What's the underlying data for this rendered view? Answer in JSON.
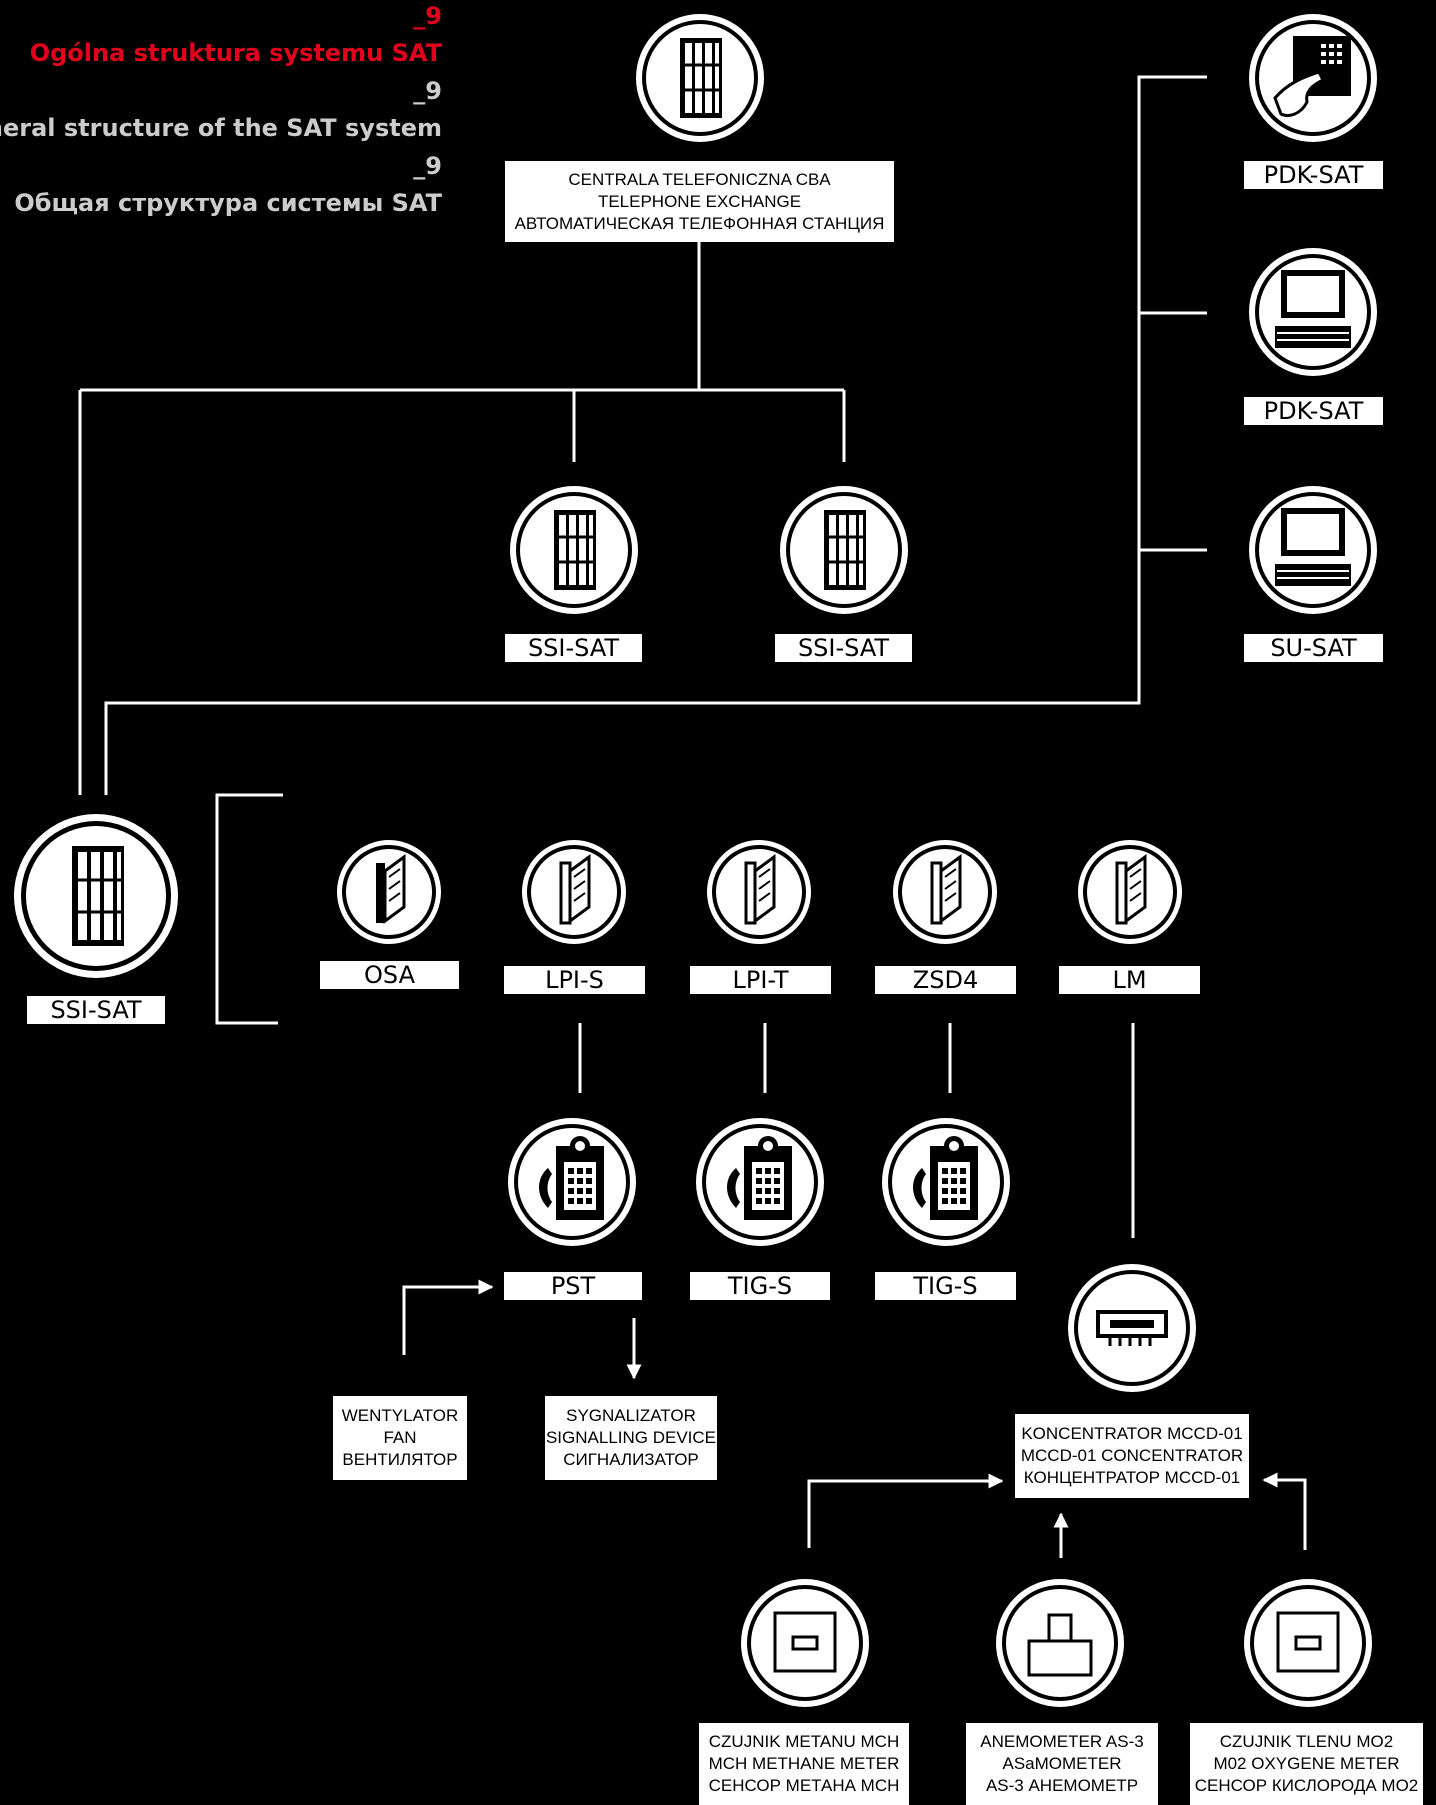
{
  "header": {
    "num1": "_9",
    "title_pl": "Ogólna struktura systemu SAT",
    "num2": "_9",
    "title_en": "General structure of the SAT system",
    "num3": "_9",
    "title_ru": "Общая структура системы SAT"
  },
  "colors": {
    "background": "#000000",
    "lines": "#ffffff",
    "accent_red": "#e3001b",
    "header_gray": "#cccccc"
  },
  "exchange": {
    "icon": "cabinet-icon",
    "line1": "CENTRALA TELEFONICZNA CBA",
    "line2": "TELEPHONE EXCHANGE",
    "line3": "АВТОМАТИЧЕСКАЯ ТЕЛЕФОННАЯ СТАНЦИЯ"
  },
  "ssi": {
    "a": "SSI-SAT",
    "b": "SSI-SAT",
    "main": "SSI-SAT",
    "icon": "cabinet-icon"
  },
  "right_column": {
    "pdk1": "PDK-SAT",
    "pdk1_icon": "touchscreen-icon",
    "pdk2": "PDK-SAT",
    "pdk2_icon": "computer-icon",
    "su": "SU-SAT",
    "su_icon": "computer-icon"
  },
  "modules": {
    "osa": "OSA",
    "lpis": "LPI-S",
    "lpit": "LPI-T",
    "zsd4": "ZSD4",
    "lm": "LM",
    "icon": "module-card-icon"
  },
  "phones": {
    "pst": "PST",
    "tig1": "TIG-S",
    "tig2": "TIG-S",
    "icon": "telephone-icon"
  },
  "fan": {
    "line1": "WENTYLATOR",
    "line2": "FAN",
    "line3": "ВЕНТИЛЯТОР"
  },
  "signal": {
    "line1": "SYGNALIZATOR",
    "line2": "SIGNALLING DEVICE",
    "line3": "СИГНАЛИЗАТОР"
  },
  "concentrator": {
    "icon": "chip-icon",
    "line1": "KONCENTRATOR MCCD-01",
    "line2": "MCCD-01 CONCENTRATOR",
    "line3": "КОНЦЕНТРАТОР MCCD-01"
  },
  "methane": {
    "icon": "sensor-icon",
    "line1": "CZUJNIK METANU MCH",
    "line2": "MCH METHANE METER",
    "line3": "СЕНСОР МЕТАНА MCH"
  },
  "anemometer": {
    "icon": "anemometer-icon",
    "line1": "ANEMOMETER AS-3",
    "line2": "ASaMOMETER",
    "line3": "AS-3 АНЕМОМЕТР"
  },
  "oxygen": {
    "icon": "sensor-icon",
    "line1": "CZUJNIK TLENU MO2",
    "line2": "M02 OXYGENE METER",
    "line3": "СЕНСОР КИСЛОРОДА MO2"
  }
}
